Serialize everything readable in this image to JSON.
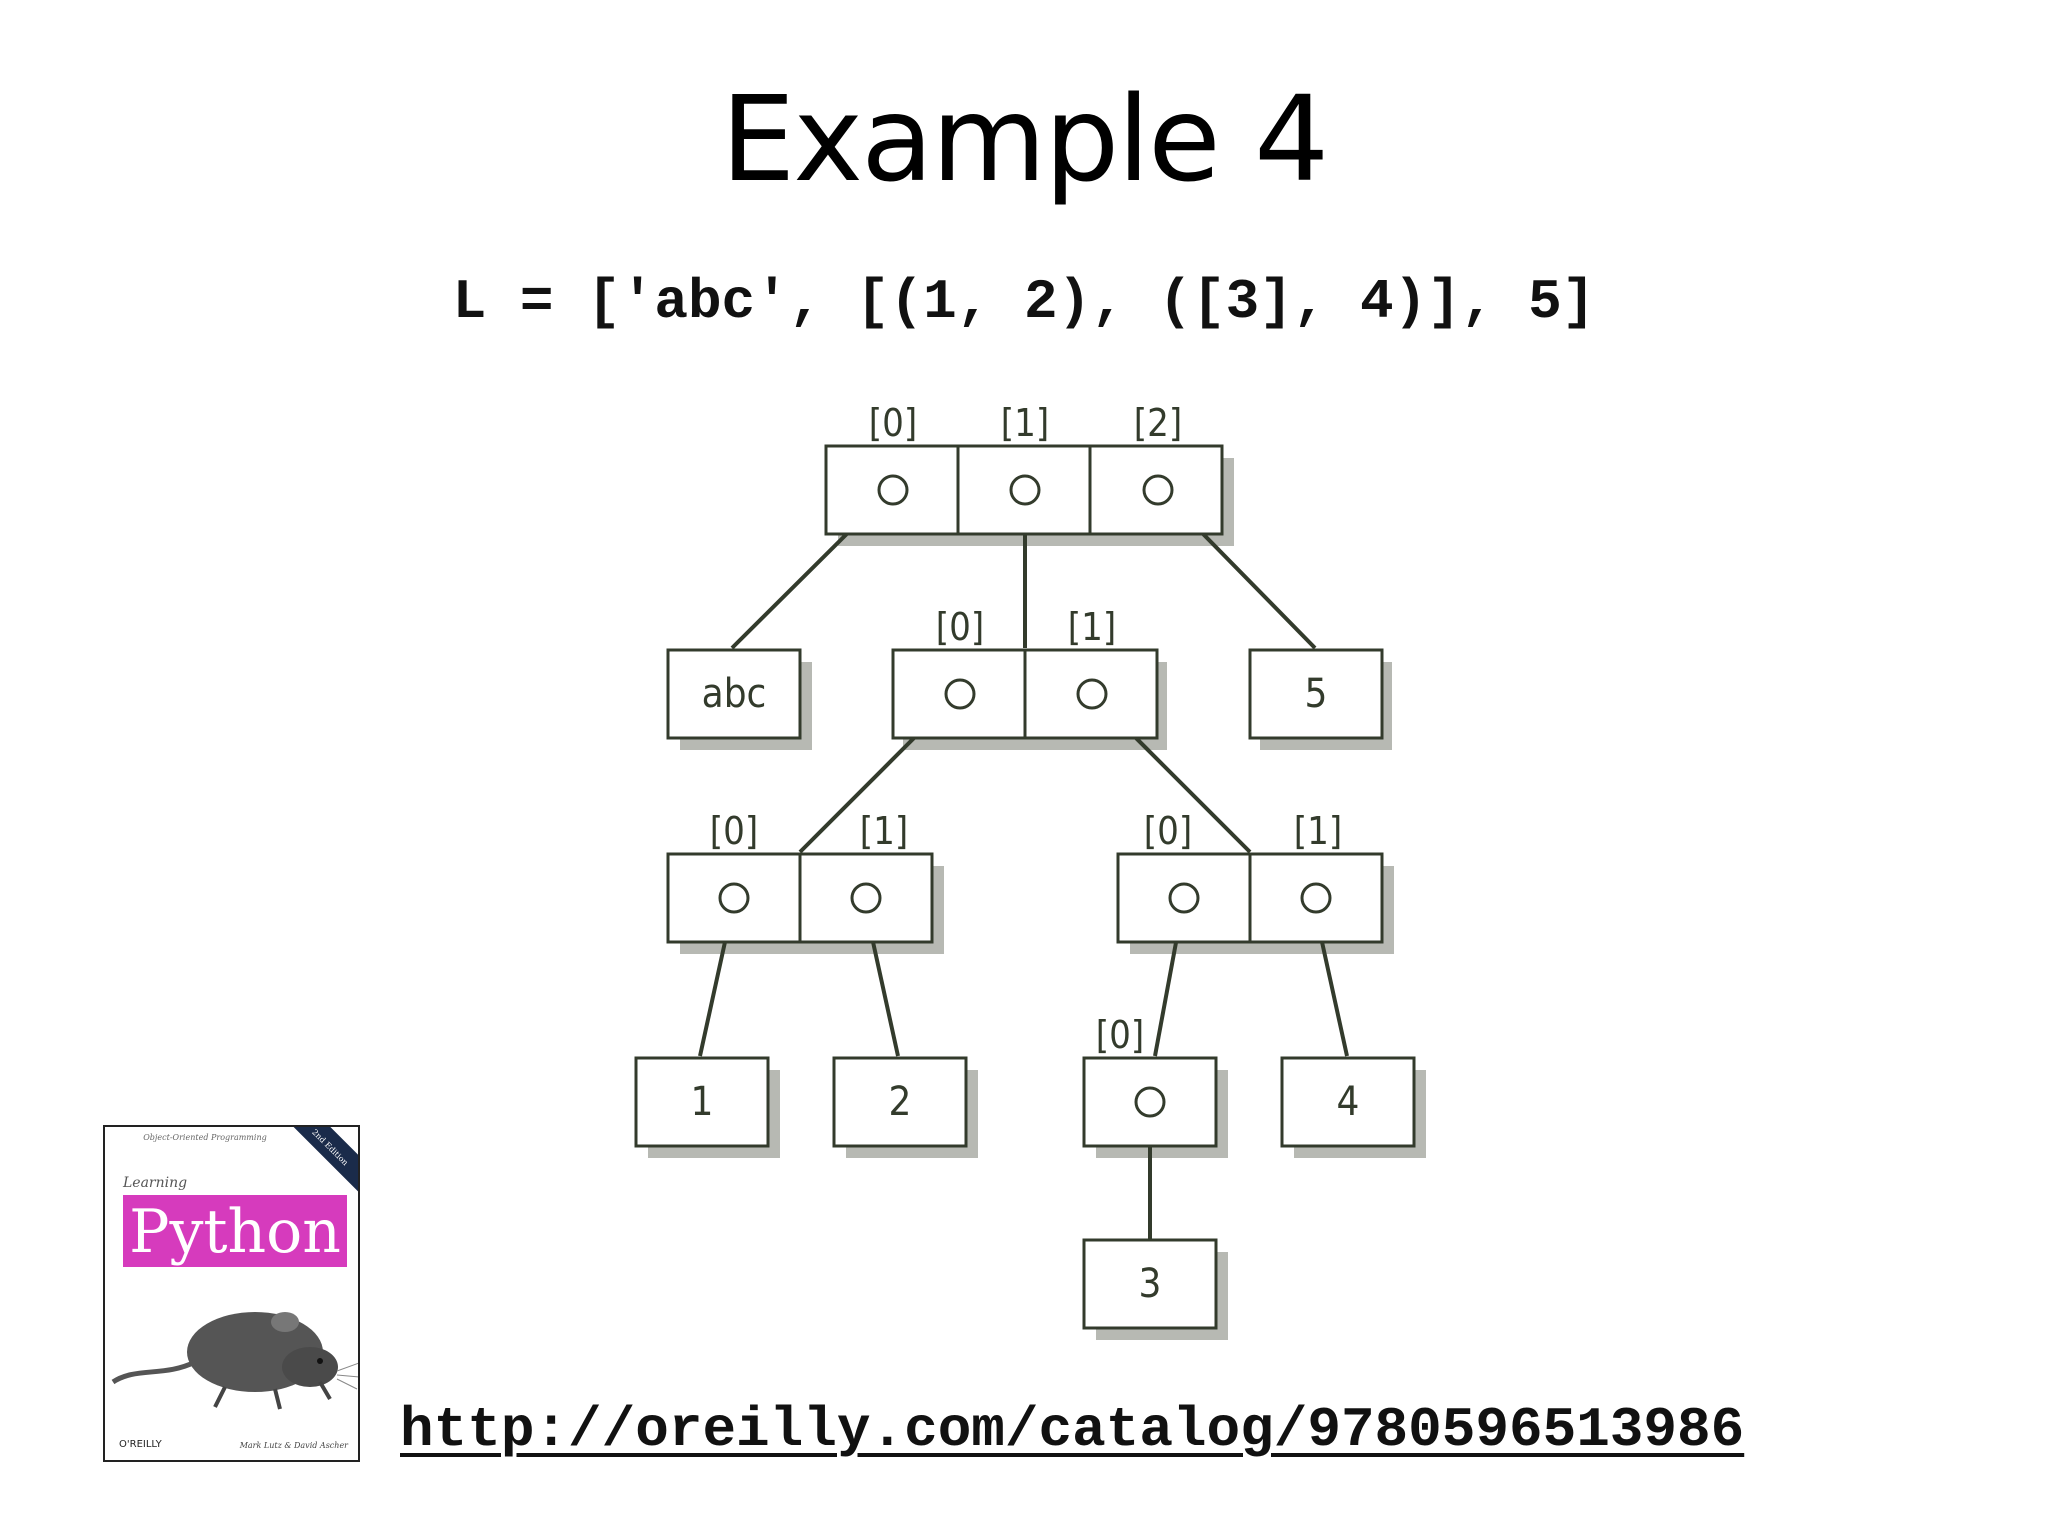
{
  "slide": {
    "title": "Example 4",
    "code": "L = ['abc', [(1, 2), ([3], 4)], 5]",
    "url": "http://oreilly.com/catalog/9780596513986"
  },
  "diagram": {
    "index_labels": [
      "[0]",
      "[1]",
      "[2]"
    ],
    "values": [
      "abc",
      "5",
      "1",
      "2",
      "4",
      "3"
    ]
  },
  "book": {
    "series": "Object-Oriented Programming",
    "pretitle": "Learning",
    "title": "Python",
    "edition": "2nd Edition",
    "publisher": "O'REILLY",
    "authors": "Mark Lutz & David Ascher",
    "accent_color": "#d63bbd"
  }
}
